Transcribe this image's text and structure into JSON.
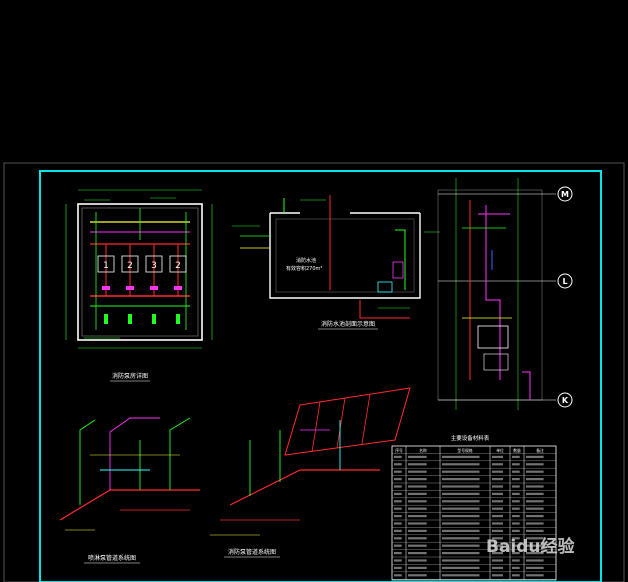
{
  "drawing": {
    "colors": {
      "background": "#000000",
      "frame": "#00e5e5",
      "wall": "#ffffff",
      "pipe_red": "#ff2a2a",
      "pipe_green": "#22ff22",
      "pipe_yellow": "#ffff33",
      "pipe_magenta": "#ff33ff",
      "pipe_cyan": "#33ffff",
      "pipe_blue": "#3366ff"
    },
    "pump_room_plan": {
      "title": "消防泵房详图",
      "pump_numbers": [
        "1",
        "2",
        "3",
        "2"
      ]
    },
    "tank_section": {
      "title": "消防水池剖面示意图",
      "tank_label": "消防水池",
      "tank_capacity": "有效容积270m³"
    },
    "riser_plan": {
      "grid_labels": [
        "M",
        "L",
        "K"
      ]
    },
    "axon_left": {
      "title": "喷淋泵管道系统图"
    },
    "axon_right": {
      "title": "消防泵管道系统图"
    },
    "equipment_table": {
      "title": "主要设备材料表",
      "headers": [
        "序号",
        "名称",
        "型号规格",
        "单位",
        "数量",
        "备注"
      ]
    },
    "watermark": {
      "text": "Baidu经验"
    }
  }
}
